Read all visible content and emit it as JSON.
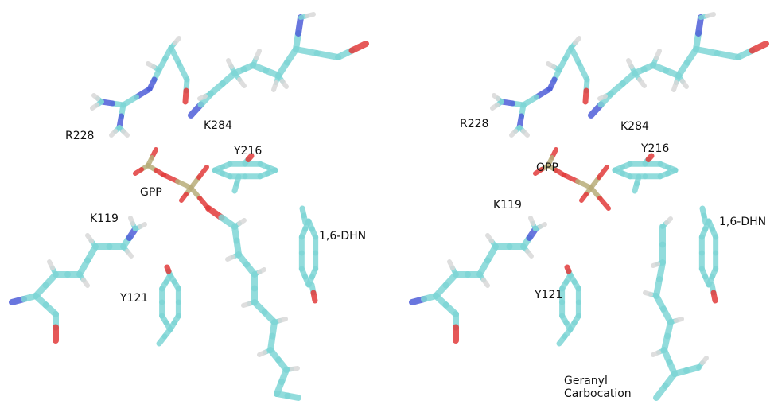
{
  "colors": {
    "carbon": "#7fd6d6",
    "carbon_dark": "#3fa6ad",
    "hydrogen": "#d9d9d9",
    "nitrogen": "#4f5fd9",
    "oxygen": "#e23b3b",
    "phosphorus": "#b8ad7a"
  },
  "panels": [
    {
      "name": "left",
      "labels": {
        "r228": "R228",
        "k284": "K284",
        "y216": "Y216",
        "gpp": "GPP",
        "k119": "K119",
        "dhn": "1,6-DHN",
        "y121": "Y121"
      }
    },
    {
      "name": "right",
      "labels": {
        "r228": "R228",
        "k284": "K284",
        "y216": "Y216",
        "opp": "OPP",
        "k119": "K119",
        "dhn": "1,6-DHN",
        "y121": "Y121",
        "geranyl": "Geranyl\nCarbocation"
      }
    }
  ]
}
